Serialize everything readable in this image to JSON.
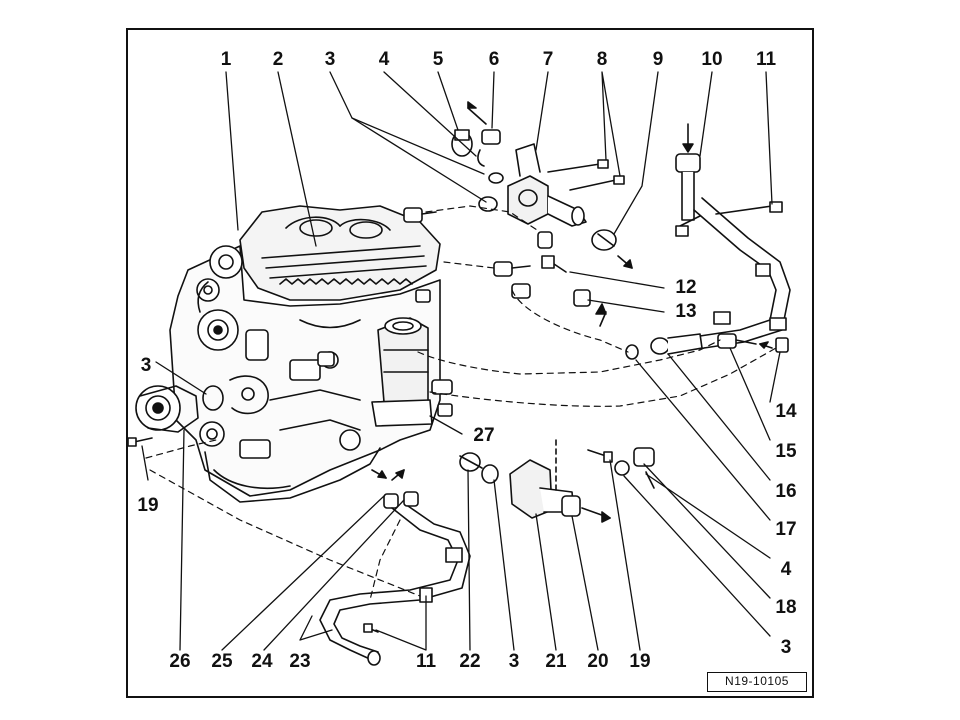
{
  "figure": {
    "reference_code": "N19-10105",
    "line_color": "#111111",
    "background_color": "#ffffff"
  },
  "callouts": {
    "top": [
      "1",
      "2",
      "3",
      "4",
      "5",
      "6",
      "7",
      "8",
      "9",
      "10",
      "11"
    ],
    "mid": [
      "12",
      "13"
    ],
    "right": [
      "14",
      "15",
      "16",
      "17",
      "4",
      "18",
      "3"
    ],
    "left": [
      "3",
      "19"
    ],
    "center": [
      "27"
    ],
    "bottom": [
      "26",
      "25",
      "24",
      "23",
      "11",
      "22",
      "3",
      "21",
      "20",
      "19"
    ]
  }
}
